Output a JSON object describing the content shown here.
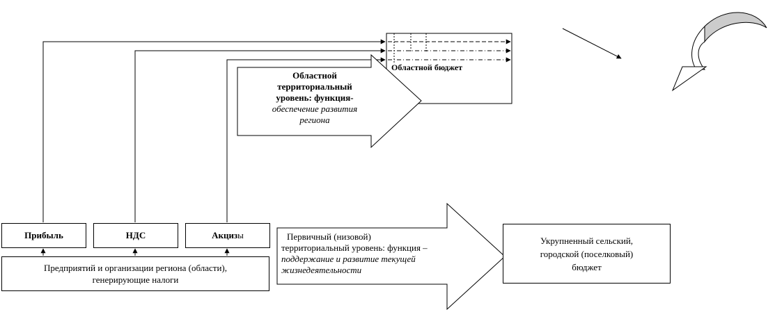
{
  "regional_budget": {
    "label": "Областной бюджет"
  },
  "regional_level": {
    "line1": "Областной",
    "line2": "территориальный",
    "line3": "уровень: функция-",
    "line4": "обеспечение развития",
    "line5": "региона"
  },
  "taxes": {
    "profit": "Прибыль",
    "vat": "НДС",
    "excise_bold": "Акциз",
    "excise_tail": "ы"
  },
  "enterprises": {
    "line1": "Предприятий и организации региона  (области),",
    "line2": "генерирующие налоги"
  },
  "primary_level": {
    "line1": "Первичный  (низовой)",
    "line2": "территориальный уровень: функция –",
    "line3": "поддержание и развитие текущей",
    "line4": "жизнедеятельности"
  },
  "local_budget": {
    "line1": "Укрупненный сельский,",
    "line2": "городской  (поселковый)",
    "line3": "бюджет"
  }
}
